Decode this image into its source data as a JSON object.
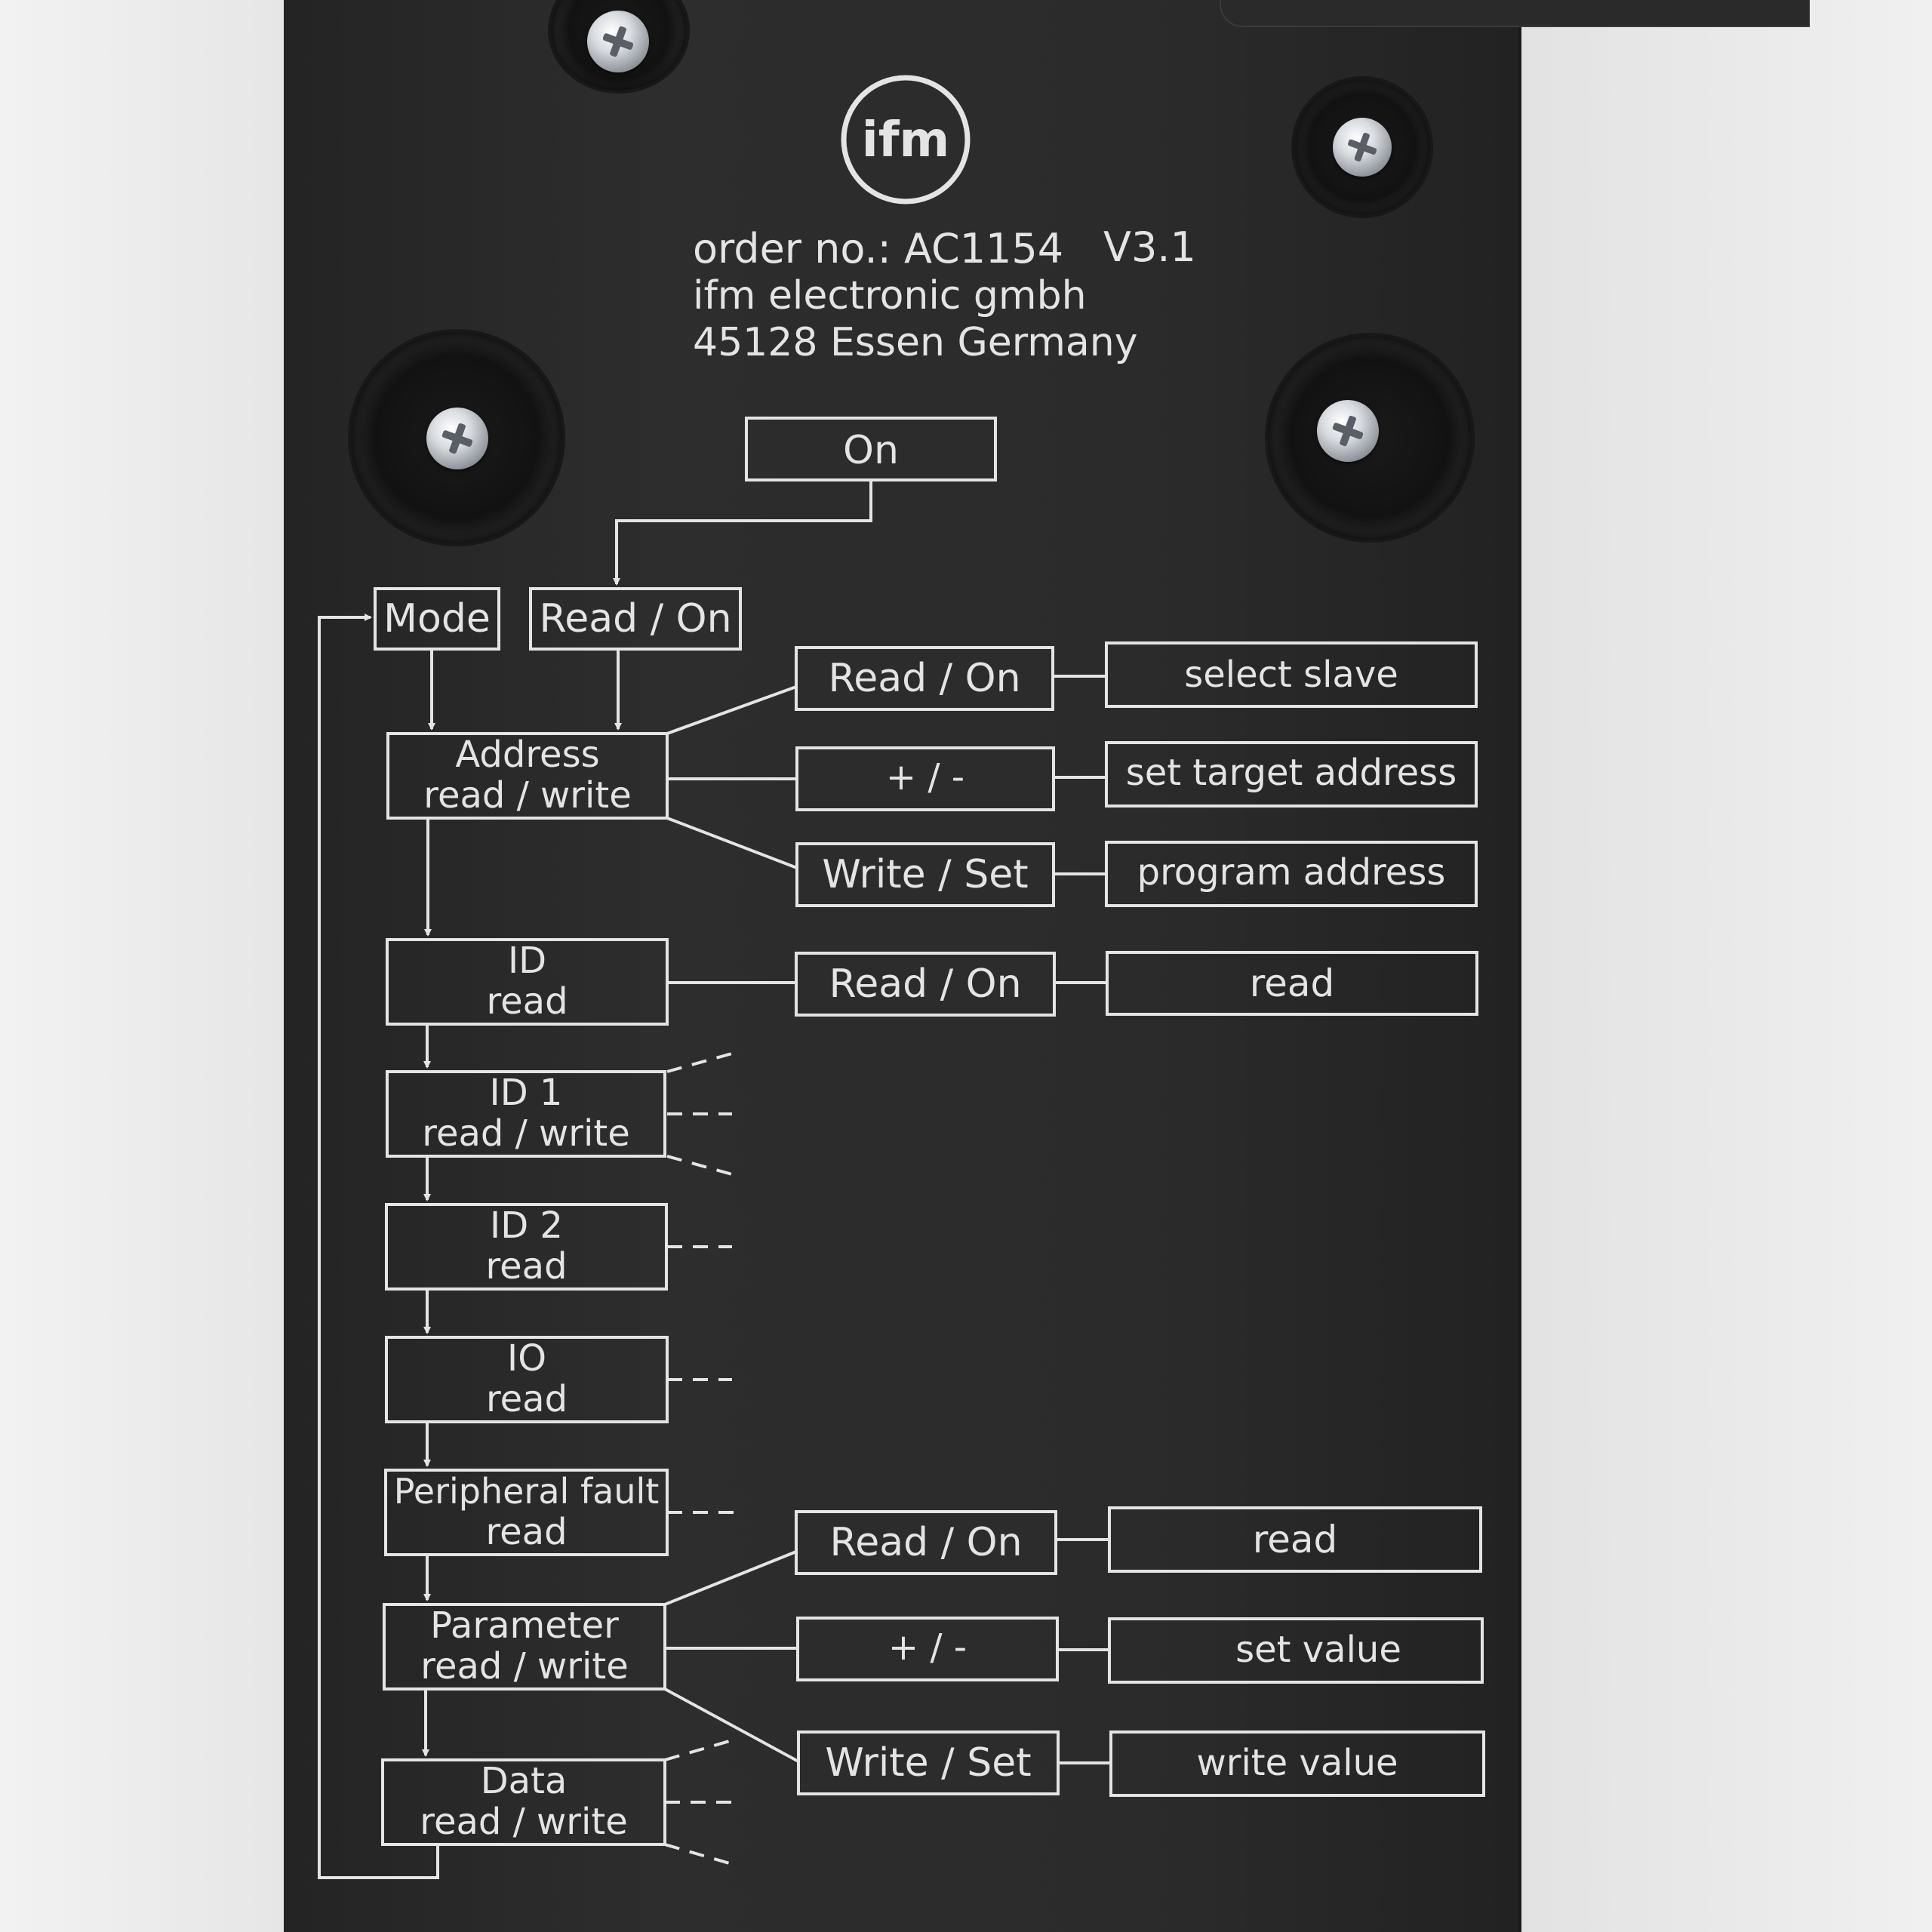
{
  "label": {
    "brand": "ifm",
    "order_line": "order no.: AC1154",
    "version": "V3.1",
    "company": "ifm electronic gmbh",
    "address": "45128 Essen Germany"
  },
  "diagram": {
    "on_box": "On",
    "mode_box": "Mode",
    "read_on_box": "Read / On",
    "menu_items": [
      {
        "line1": "Address",
        "line2": "read / write"
      },
      {
        "line1": "ID",
        "line2": "read"
      },
      {
        "line1": "ID 1",
        "line2": "read / write"
      },
      {
        "line1": "ID 2",
        "line2": "read"
      },
      {
        "line1": "IO",
        "line2": "read"
      },
      {
        "line1": "Peripheral fault",
        "line2": "read"
      },
      {
        "line1": "Parameter",
        "line2": "read / write"
      },
      {
        "line1": "Data",
        "line2": "read / write"
      }
    ],
    "address_actions": [
      {
        "key": "Read / On",
        "result": "select slave"
      },
      {
        "key": "+ / -",
        "result": "set target address"
      },
      {
        "key": "Write / Set",
        "result": "program address"
      }
    ],
    "id_actions": [
      {
        "key": "Read / On",
        "result": "read"
      }
    ],
    "parameter_actions": [
      {
        "key": "Read / On",
        "result": "read"
      },
      {
        "key": "+ / -",
        "result": "set value"
      },
      {
        "key": "Write / Set",
        "result": "write value"
      }
    ]
  },
  "colors": {
    "housing": "#2b2b2b",
    "print": "#e4e4e4",
    "background": "#ebebeb"
  }
}
